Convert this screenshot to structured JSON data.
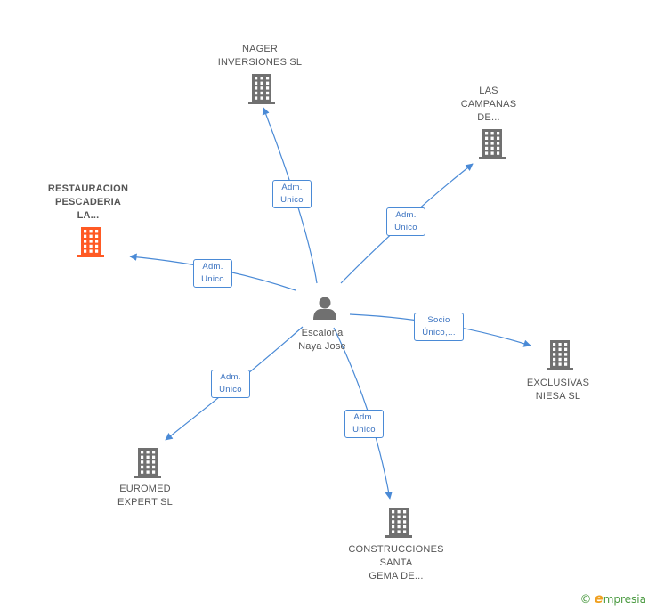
{
  "colors": {
    "edge": "#4a8ad6",
    "building": "#707070",
    "building_highlight": "#ff5a24",
    "person": "#707070"
  },
  "center": {
    "label": "Escalona\nNaya Jose",
    "icon": "person-icon"
  },
  "nodes": [
    {
      "id": "nager",
      "label": "NAGER\nINVERSIONES SL",
      "icon": "building-icon"
    },
    {
      "id": "campanas",
      "label": "LAS\nCAMPANAS\nDE...",
      "icon": "building-icon"
    },
    {
      "id": "restauracion",
      "label": "RESTAURACION\nPESCADERIA\nLA...",
      "icon": "building-icon",
      "highlight": true
    },
    {
      "id": "exclusivas",
      "label": "EXCLUSIVAS\nNIESA SL",
      "icon": "building-icon"
    },
    {
      "id": "euromed",
      "label": "EUROMED\nEXPERT SL",
      "icon": "building-icon"
    },
    {
      "id": "construcciones",
      "label": "CONSTRUCCIONES\nSANTA\nGEMA DE...",
      "icon": "building-icon"
    }
  ],
  "edges": [
    {
      "to": "nager",
      "label": "Adm.\nUnico"
    },
    {
      "to": "campanas",
      "label": "Adm.\nUnico"
    },
    {
      "to": "restauracion",
      "label": "Adm.\nUnico"
    },
    {
      "to": "exclusivas",
      "label": "Socio\nÚnico,..."
    },
    {
      "to": "euromed",
      "label": "Adm.\nUnico"
    },
    {
      "to": "construcciones",
      "label": "Adm.\nUnico"
    }
  ],
  "footer": {
    "copyright_symbol": "©",
    "brand_initial": "e",
    "brand_rest": "mpresia"
  }
}
